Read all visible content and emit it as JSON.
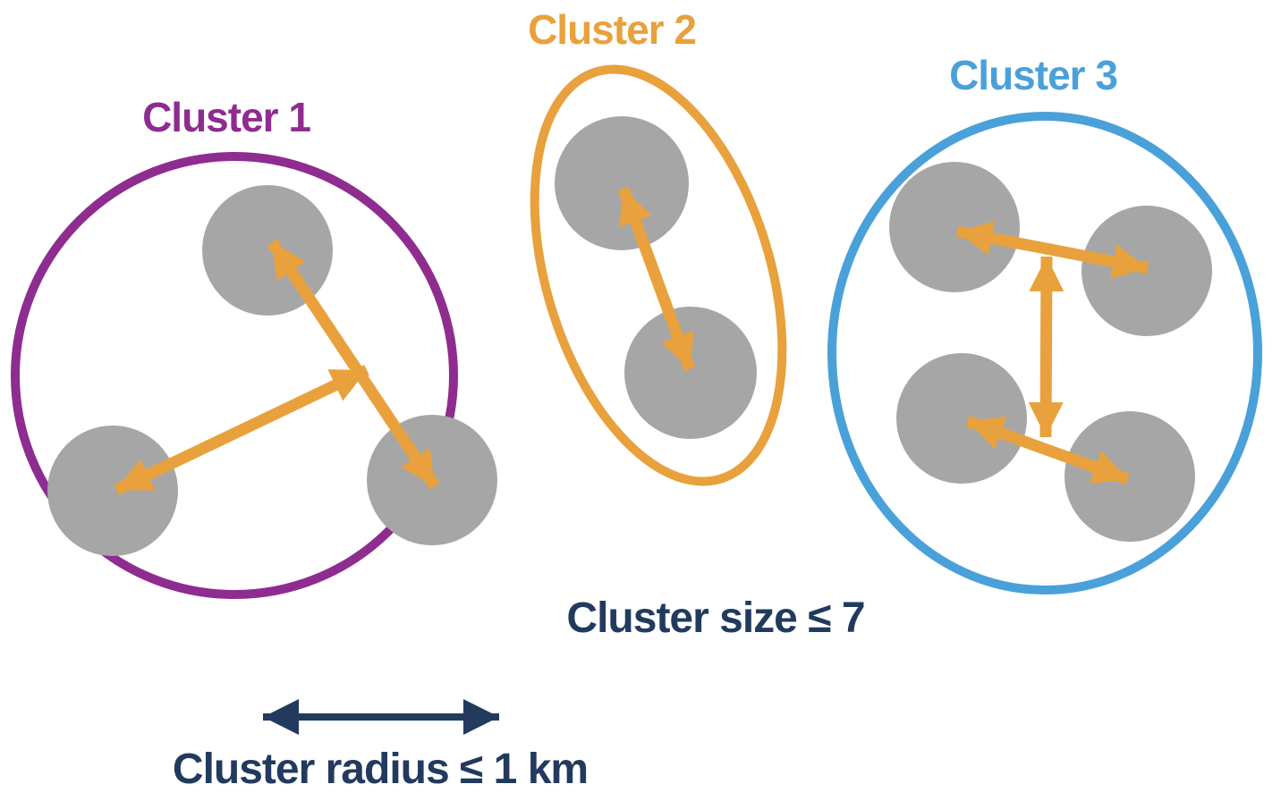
{
  "diagram": {
    "clusters": [
      {
        "label": "Cluster 1",
        "outline_color": "#8E2C90",
        "outline_shape": "circle",
        "point_count": 3,
        "distance_arrow_count": 2
      },
      {
        "label": "Cluster 2",
        "outline_color": "#E8A13C",
        "outline_shape": "tilted-ellipse",
        "point_count": 2,
        "distance_arrow_count": 1
      },
      {
        "label": "Cluster 3",
        "outline_color": "#4AA1DA",
        "outline_shape": "circle",
        "point_count": 4,
        "distance_arrow_count": 3
      }
    ],
    "constraints": {
      "size_label": "Cluster size ≤ 7",
      "radius_label": "Cluster radius ≤ 1 km"
    },
    "colors": {
      "point_gray": "#A6A6A6",
      "distance_arrow_orange": "#E8A13C",
      "annotation_navy": "#223A5E",
      "background": "#FFFFFF"
    }
  }
}
